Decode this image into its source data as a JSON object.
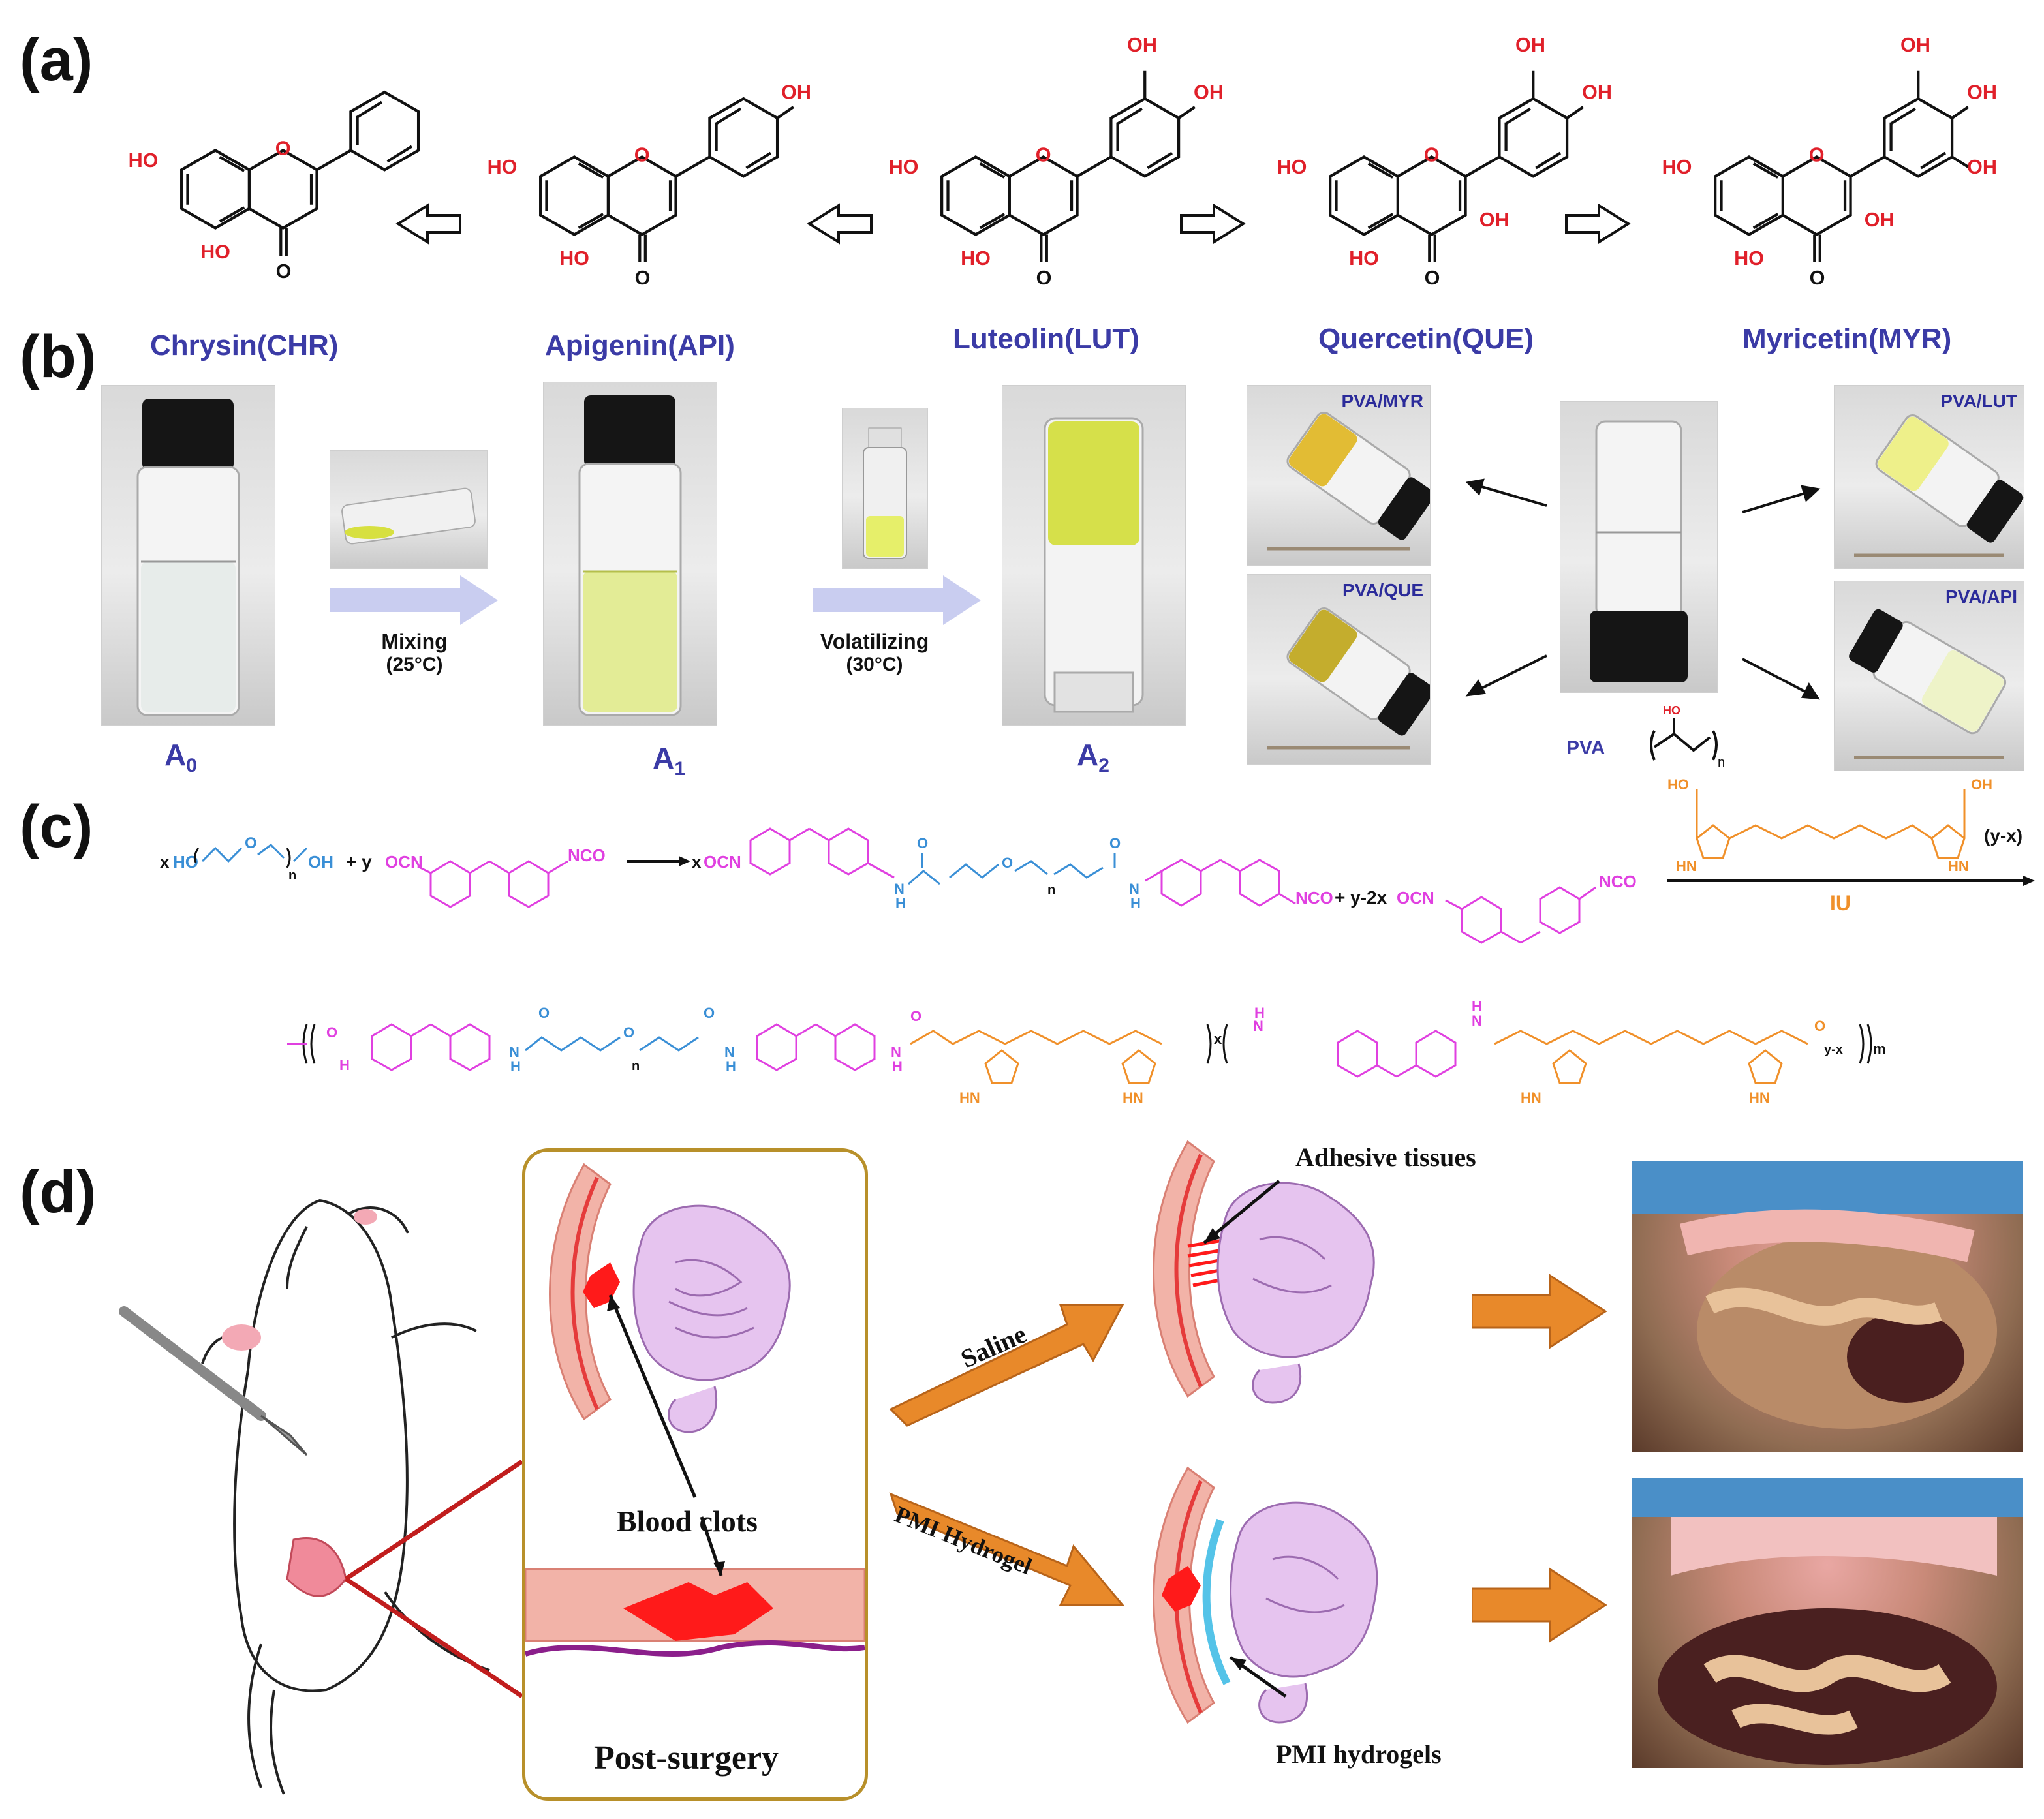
{
  "panels": {
    "a": "(a)",
    "b": "(b)",
    "c": "(c)",
    "d": "(d)"
  },
  "panel_a": {
    "atoms": {
      "ho": "HO",
      "oh": "OH",
      "o": "O"
    }
  },
  "panel_b": {
    "compounds": [
      "Chrysin(CHR)",
      "Apigenin(API)",
      "Luteolin(LUT)",
      "Quercetin(QUE)",
      "Myricetin(MYR)"
    ],
    "step1": "Mixing",
    "step1_temp": "(25°C)",
    "step2": "Volatilizing",
    "step2_temp": "(30°C)",
    "a0": "A",
    "a0_sub": "0",
    "a1": "A",
    "a1_sub": "1",
    "a2": "A",
    "a2_sub": "2",
    "vials": {
      "myr": "PVA/MYR",
      "que": "PVA/QUE",
      "lut": "PVA/LUT",
      "api": "PVA/API"
    },
    "pva": "PVA",
    "pva_ho": "HO",
    "pva_n": "n"
  },
  "panel_c": {
    "x": "x",
    "ho": "HO",
    "o": "O",
    "n": "n",
    "oh": "OH",
    "plus_y": "+ y",
    "ocn": "OCN",
    "nco": "NCO",
    "h": "H",
    "n_atom": "N",
    "plus_y2x": "+ y-2x",
    "iu": "IU",
    "yx": "(y-x)",
    "hn": "HN",
    "m": "m",
    "yx_sub": "y-x"
  },
  "panel_d": {
    "adhesive": "Adhesive tissues",
    "saline": "Saline",
    "pmi_hydrogel": "PMI Hydrogel",
    "blood_clots": "Blood clots",
    "post_surgery": "Post-surgery",
    "pmi_hydrogels": "PMI hydrogels"
  },
  "colors": {
    "text_blue": "#3b3ba6",
    "atom_red": "#e0202a",
    "magenta": "#e040e0",
    "peg_blue": "#3a8fd6",
    "iu_orange": "#f0902a",
    "tissue_pink": "#f2b3a8",
    "intestine": "#e6c4ef",
    "frame_gold": "#b8902a",
    "arrow_orange": "#e8892a"
  }
}
